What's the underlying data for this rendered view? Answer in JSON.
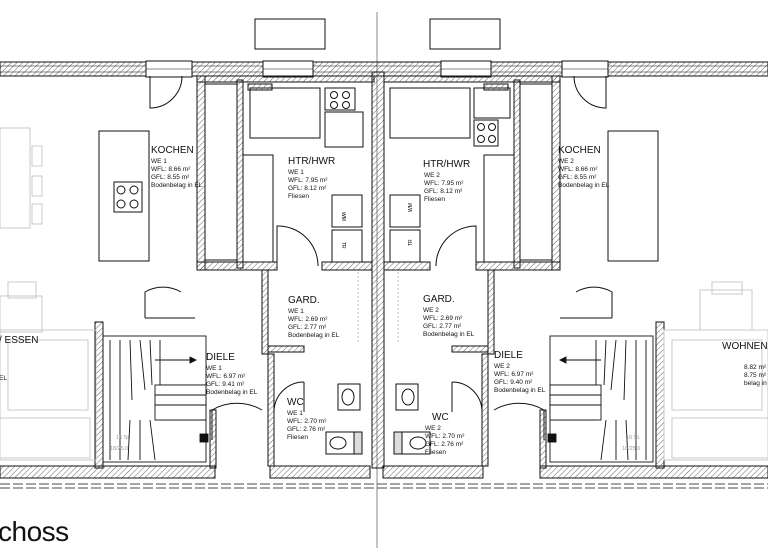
{
  "rooms": {
    "kochen_l": {
      "name": "KOCHEN",
      "we": "WE 1",
      "wfl": "WFL: 8.66 m²",
      "gfl": "GFL: 8.55 m²",
      "floor": "Bodenbelag in EL"
    },
    "htr_l": {
      "name": "HTR/HWR",
      "we": "WE 1",
      "wfl": "WFL: 7.95 m²",
      "gfl": "GFL: 8.12 m²",
      "floor": "Fliesen"
    },
    "gard_l": {
      "name": "GARD.",
      "we": "WE 1",
      "wfl": "WFL: 2.69 m²",
      "gfl": "GFL: 2.77 m²",
      "floor": "Bodenbelag in EL"
    },
    "diele_l": {
      "name": "DIELE",
      "we": "WE 1",
      "wfl": "WFL: 6.97 m²",
      "gfl": "GFL: 9.41 m²",
      "floor": "Bodenbelag in EL"
    },
    "wc_l": {
      "name": "WC",
      "we": "WE 1",
      "wfl": "WFL: 2.70 m²",
      "gfl": "GFL: 2.76 m²",
      "floor": "Fliesen"
    },
    "essen_l": {
      "name": "/ ESSEN",
      "floor": "EL"
    },
    "kochen_r": {
      "name": "KOCHEN",
      "we": "WE 2",
      "wfl": "WFL: 8.66 m²",
      "gfl": "GFL: 8.55 m²",
      "floor": "Bodenbelag in EL"
    },
    "htr_r": {
      "name": "HTR/HWR",
      "we": "WE 2",
      "wfl": "WFL: 7.95 m²",
      "gfl": "GFL: 8.12 m²",
      "floor": "Fliesen"
    },
    "gard_r": {
      "name": "GARD.",
      "we": "WE 2",
      "wfl": "WFL: 2.69 m²",
      "gfl": "GFL: 2.77 m²",
      "floor": "Bodenbelag in EL"
    },
    "diele_r": {
      "name": "DIELE",
      "we": "WE 2",
      "wfl": "WFL: 6.97 m²",
      "gfl": "GFL: 9.40 m²",
      "floor": "Bodenbelag in EL"
    },
    "wc_r": {
      "name": "WC",
      "we": "WE 2",
      "wfl": "WFL: 2.70 m²",
      "gfl": "GFL: 2.76 m²",
      "floor": "Fliesen"
    },
    "wohnen_r": {
      "name": "WOHNEN",
      "wfl": "8.82 m²",
      "gfl": "8.75 m²",
      "floor": "belag in EL"
    }
  },
  "appliances": {
    "wm": "WM",
    "tr": "TR"
  },
  "stairs": {
    "steps_l": "16 St.",
    "size_l": "18/25.0",
    "steps_r": "16 St.",
    "size_r": "18/25.0"
  },
  "caption": "choss",
  "colors": {
    "line": "#111111",
    "hatch": "#555555",
    "furniture": "#c8c8c8",
    "divider": "#888888"
  }
}
